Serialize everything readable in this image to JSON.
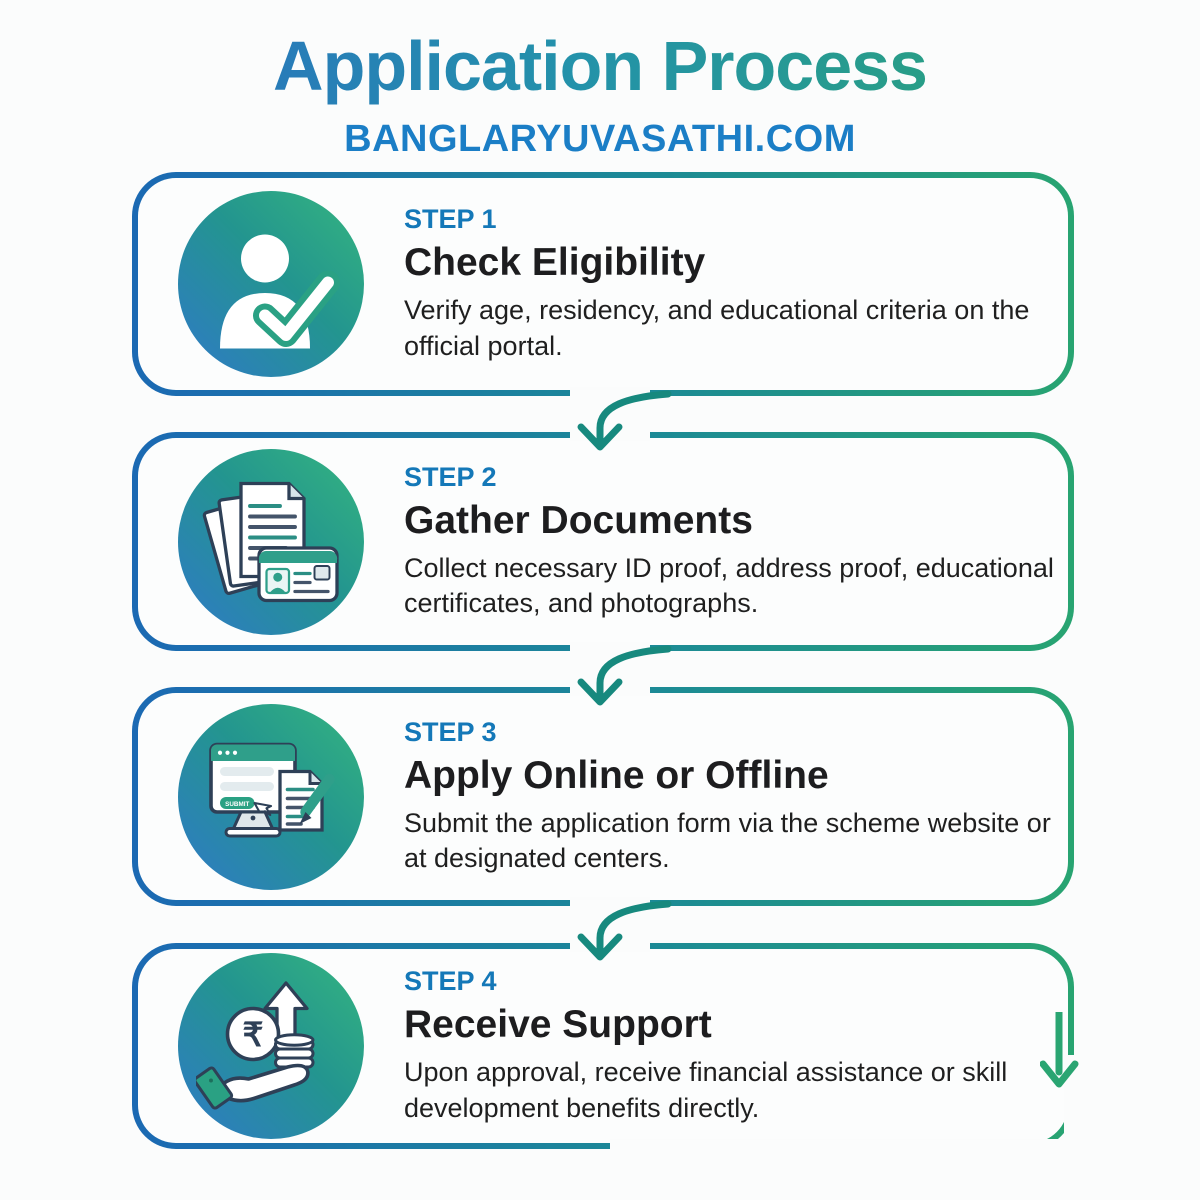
{
  "header": {
    "title": "Application Process",
    "subtitle": "BANGLARYUVASATHI.COM"
  },
  "steps": [
    {
      "label": "STEP 1",
      "title": "Check Eligibility",
      "description": "Verify age, residency, and educational criteria on the official portal.",
      "icon": "person-check-icon"
    },
    {
      "label": "STEP 2",
      "title": "Gather Documents",
      "description": "Collect necessary ID proof, address proof, educational certificates, and photographs.",
      "icon": "documents-id-card-icon"
    },
    {
      "label": "STEP 3",
      "title": "Apply Online or Offline",
      "description": "Submit the application form via the scheme website or at designated centers.",
      "icon": "online-form-submit-icon"
    },
    {
      "label": "STEP 4",
      "title": "Receive Support",
      "description": "Upon approval, receive financial assistance or skill development benefits directly.",
      "icon": "hand-rupee-growth-icon"
    }
  ],
  "icons": {
    "submit_button_label": "SUBMIT",
    "rupee_symbol": "₹"
  },
  "colors": {
    "title_gradient_start": "#2b6ec1",
    "title_gradient_end": "#2ba375",
    "subtitle_color": "#1b7ec6",
    "border_gradient_start": "#1b69b3",
    "border_gradient_end": "#28a471",
    "step_label_color": "#1478b8",
    "heading_color": "#1d1d1f",
    "body_color": "#1f1f1f",
    "connector_arrow_color": "#17897e",
    "final_arrow_color": "#2aa572",
    "icon_gradient_start": "#2e7cc2",
    "icon_gradient_end": "#35b57f"
  }
}
